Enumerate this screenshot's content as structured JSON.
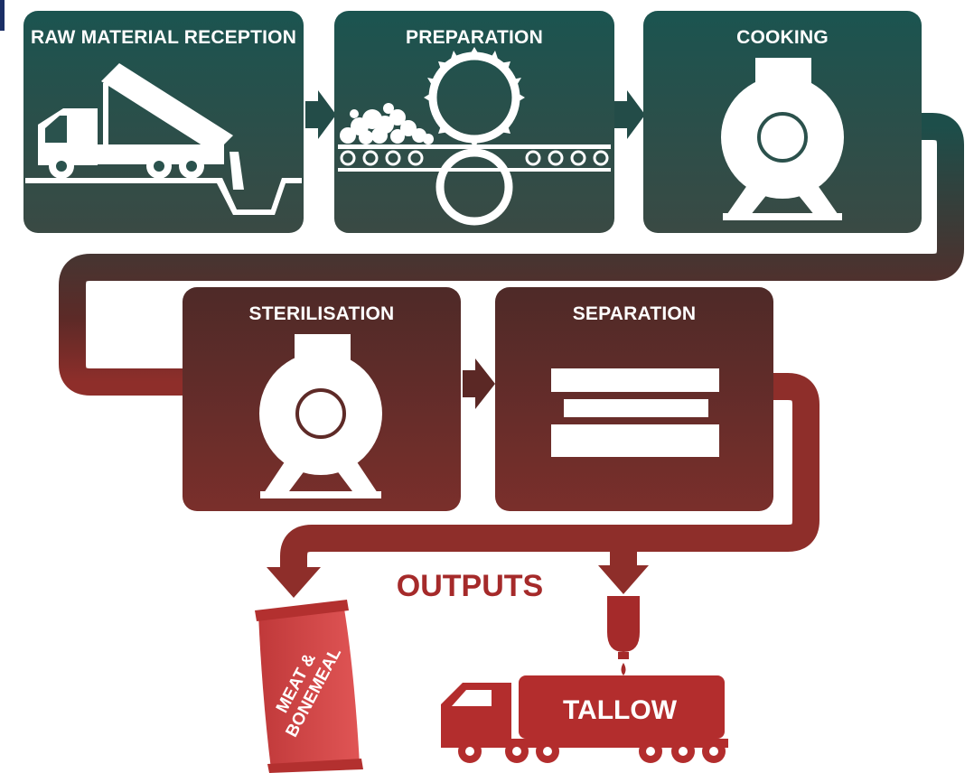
{
  "stages": [
    {
      "id": "raw-material-reception",
      "label": "RAW MATERIAL RECEPTION",
      "icon": "dump-truck-icon"
    },
    {
      "id": "preparation",
      "label": "PREPARATION",
      "icon": "crusher-rollers-icon"
    },
    {
      "id": "cooking",
      "label": "COOKING",
      "icon": "cooker-vessel-icon"
    },
    {
      "id": "sterilisation",
      "label": "STERILISATION",
      "icon": "sterilizer-vessel-icon"
    },
    {
      "id": "separation",
      "label": "SEPARATION",
      "icon": "separator-layers-icon"
    }
  ],
  "outputs": {
    "title": "OUTPUTS",
    "meal_bag_line1": "MEAT &",
    "meal_bag_line2": "BONEMEAL",
    "tallow_label": "TALLOW"
  },
  "colors": {
    "teal": "#1d4e4a",
    "brown": "#5b2825",
    "red": "#a52a2a",
    "white": "#ffffff"
  }
}
